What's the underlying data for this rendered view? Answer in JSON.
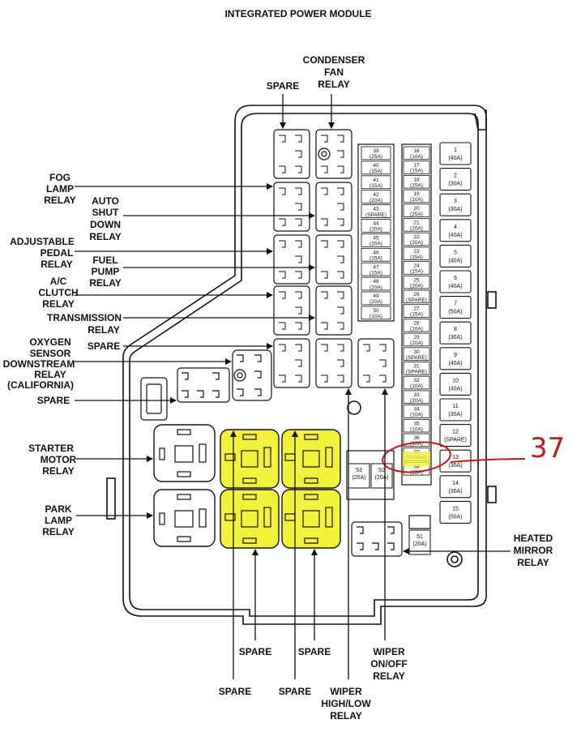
{
  "title": "INTEGRATED POWER MODULE",
  "colors": {
    "highlight": "#f2f23a",
    "annotation": "#c41a1a",
    "ink": "#111111"
  },
  "labels": {
    "condenser": [
      "CONDENSER",
      "FAN",
      "RELAY"
    ],
    "spare_top": "SPARE",
    "fog": [
      "FOG",
      "LAMP",
      "RELAY"
    ],
    "auto": [
      "AUTO",
      "SHUT",
      "DOWN",
      "RELAY"
    ],
    "adjustable": [
      "ADJUSTABLE",
      "PEDAL",
      "RELAY"
    ],
    "fuel": [
      "FUEL",
      "PUMP",
      "RELAY"
    ],
    "ac": [
      "A/C",
      "CLUTCH",
      "RELAY"
    ],
    "transmission": [
      "TRANSMISSION",
      "RELAY"
    ],
    "spare_mid": "SPARE",
    "oxygen": [
      "OXYGEN",
      "SENSOR",
      "DOWNSTREAM",
      "RELAY",
      "(CALIFORNIA)"
    ],
    "spare_left": "SPARE",
    "starter": [
      "STARTER",
      "MOTOR",
      "RELAY"
    ],
    "park": [
      "PARK",
      "LAMP",
      "RELAY"
    ],
    "heated": [
      "HEATED",
      "MIRROR",
      "RELAY"
    ],
    "spare_b1": "SPARE",
    "spare_b2": "SPARE",
    "spare_b3": "SPARE",
    "spare_b4": "SPARE",
    "wiper_onoff": [
      "WIPER",
      "ON/OFF",
      "RELAY"
    ],
    "wiper_hl": [
      "WIPER",
      "HIGH/LOW",
      "RELAY"
    ]
  },
  "mini_fuses_left": [
    [
      "39",
      "(25A)"
    ],
    [
      "40",
      "(15A)"
    ],
    [
      "41",
      "(15A)"
    ],
    [
      "42",
      "(20A)"
    ],
    [
      "43",
      "(SPARE)"
    ],
    [
      "44",
      "(20A)"
    ],
    [
      "45",
      "(20A)"
    ],
    [
      "46",
      "(15A)"
    ],
    [
      "47",
      "(15A)"
    ],
    [
      "48",
      "(20A)"
    ],
    [
      "49",
      "(20A)"
    ],
    [
      "50",
      "(10A)"
    ]
  ],
  "mini_fuses_right": [
    [
      "16",
      "(10A)"
    ],
    [
      "17",
      "(15A)"
    ],
    [
      "18",
      "(15A)"
    ],
    [
      "19",
      "(10A)"
    ],
    [
      "20",
      "(25A)"
    ],
    [
      "21",
      "(20A)"
    ],
    [
      "22",
      "(20A)"
    ],
    [
      "23",
      "(15A)"
    ],
    [
      "24",
      "(15A)"
    ],
    [
      "25",
      "(20A)"
    ],
    [
      "26",
      "(SPARE)"
    ],
    [
      "27",
      "(15A)"
    ],
    [
      "28",
      "(10A)"
    ],
    [
      "29",
      "(20A)"
    ],
    [
      "30",
      "(SPARE)"
    ],
    [
      "31",
      "(SPARE)"
    ],
    [
      "32",
      "(10A)"
    ],
    [
      "33",
      "(20A)"
    ],
    [
      "34",
      "(10A)"
    ],
    [
      "35",
      "(10A)"
    ],
    [
      "36",
      "(10A)"
    ],
    [
      "37",
      "(SPARE)"
    ],
    [
      "38",
      "(15A)"
    ]
  ],
  "cartridge_fuses": [
    [
      "1",
      "(40A)"
    ],
    [
      "2",
      "(30A)"
    ],
    [
      "3",
      "(30A)"
    ],
    [
      "4",
      "(40A)"
    ],
    [
      "5",
      "(40A)"
    ],
    [
      "6",
      "(40A)"
    ],
    [
      "7",
      "(50A)"
    ],
    [
      "8",
      "(30A)"
    ],
    [
      "9",
      "(40A)"
    ],
    [
      "10",
      "(40A)"
    ],
    [
      "11",
      "(30A)"
    ],
    [
      "12",
      "(SPARE)"
    ],
    [
      "13",
      "(30A)"
    ],
    [
      "14",
      "(30A)"
    ],
    [
      "15",
      "(50A)"
    ]
  ],
  "fuse_53": [
    "53",
    "(20A)"
  ],
  "fuse_52": [
    "52",
    "(20A)"
  ],
  "fuse_51": [
    "51",
    "(20A)"
  ],
  "annotation": "37"
}
